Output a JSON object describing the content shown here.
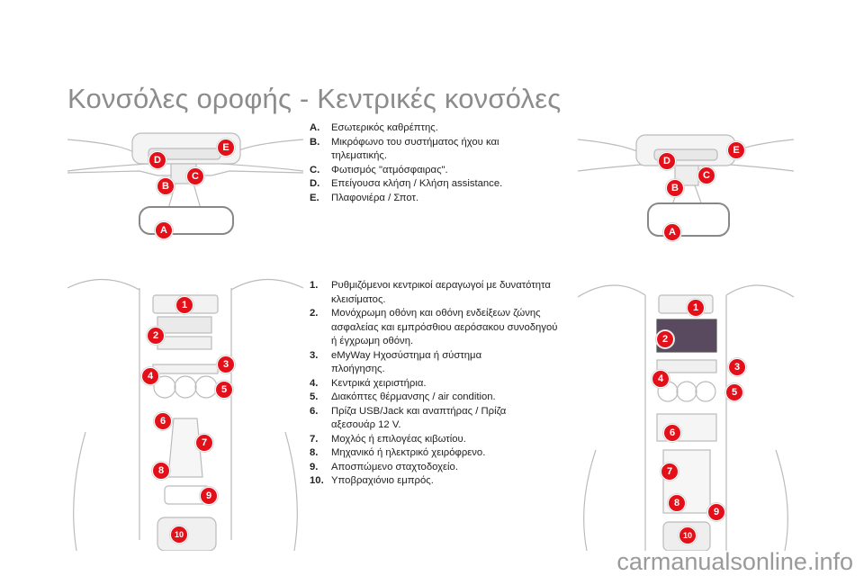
{
  "title": "Κονσόλες οροφής - Κεντρικές κονσόλες",
  "roof_items": [
    {
      "key": "A.",
      "text": "Εσωτερικός καθρέπτης."
    },
    {
      "key": "B.",
      "text": "Μικρόφωνο του συστήματος ήχου και τηλεματικής."
    },
    {
      "key": "C.",
      "text": "Φωτισμός \"ατμόσφαιρας\"."
    },
    {
      "key": "D.",
      "text": "Επείγουσα κλήση / Κλήση assistance."
    },
    {
      "key": "E.",
      "text": "Πλαφονιέρα / Σποτ."
    }
  ],
  "center_items": [
    {
      "key": "1.",
      "text": "Ρυθμιζόμενοι κεντρικοί αεραγωγοί με δυνατότητα κλεισίματος."
    },
    {
      "key": "2.",
      "text": "Μονόχρωμη οθόνη και οθόνη ενδείξεων ζώνης ασφαλείας και εμπρόσθιου αερόσακου συνοδηγού ή έγχρωμη οθόνη."
    },
    {
      "key": "3.",
      "text": "eMyWay Ηχοσύστημα ή σύστημα πλοήγησης."
    },
    {
      "key": "4.",
      "text": "Κεντρικά χειριστήρια."
    },
    {
      "key": "5.",
      "text": "Διακόπτες θέρμανσης / air condition."
    },
    {
      "key": "6.",
      "text": "Πρίζα USB/Jack και αναπτήρας / Πρίζα αξεσουάρ 12 V."
    },
    {
      "key": "7.",
      "text": "Μοχλός ή επιλογέας κιβωτίου."
    },
    {
      "key": "8.",
      "text": "Μηχανικό ή ηλεκτρικό χειρόφρενο."
    },
    {
      "key": "9.",
      "text": "Αποσπώμενο σταχτοδοχείο."
    },
    {
      "key": "10.",
      "text": "Υποβραχιόνιο εμπρός."
    }
  ],
  "callouts": {
    "letters": [
      "A",
      "B",
      "C",
      "D",
      "E"
    ],
    "numbers": [
      "1",
      "2",
      "3",
      "4",
      "5",
      "6",
      "7",
      "8",
      "9",
      "10"
    ]
  },
  "watermark": "carmanualsonline.info",
  "colors": {
    "callout": "#e3101a",
    "title": "#8c8c8c"
  }
}
